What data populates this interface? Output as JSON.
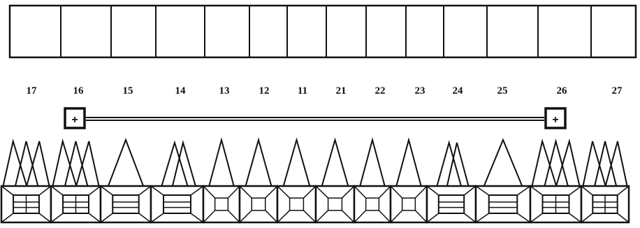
{
  "teeth": [
    {
      "number": "17",
      "roots": 3,
      "surface": "grid"
    },
    {
      "number": "16",
      "roots": 3,
      "surface": "grid"
    },
    {
      "number": "15",
      "roots": 1,
      "surface": "box"
    },
    {
      "number": "14",
      "roots": 2,
      "surface": "box"
    },
    {
      "number": "13",
      "roots": 1,
      "surface": "cross"
    },
    {
      "number": "12",
      "roots": 1,
      "surface": "cross"
    },
    {
      "number": "11",
      "roots": 1,
      "surface": "cross"
    },
    {
      "number": "21",
      "roots": 1,
      "surface": "cross"
    },
    {
      "number": "22",
      "roots": 1,
      "surface": "cross"
    },
    {
      "number": "23",
      "roots": 1,
      "surface": "cross"
    },
    {
      "number": "24",
      "roots": 2,
      "surface": "box"
    },
    {
      "number": "25",
      "roots": 1,
      "surface": "box"
    },
    {
      "number": "26",
      "roots": 3,
      "surface": "grid"
    },
    {
      "number": "27",
      "roots": 3,
      "surface": "grid"
    }
  ],
  "bridge": {
    "from_tooth": "16",
    "to_tooth": "26",
    "abutment_symbol": "+"
  },
  "colors": {
    "line": "#111111",
    "background": "#ffffff"
  }
}
